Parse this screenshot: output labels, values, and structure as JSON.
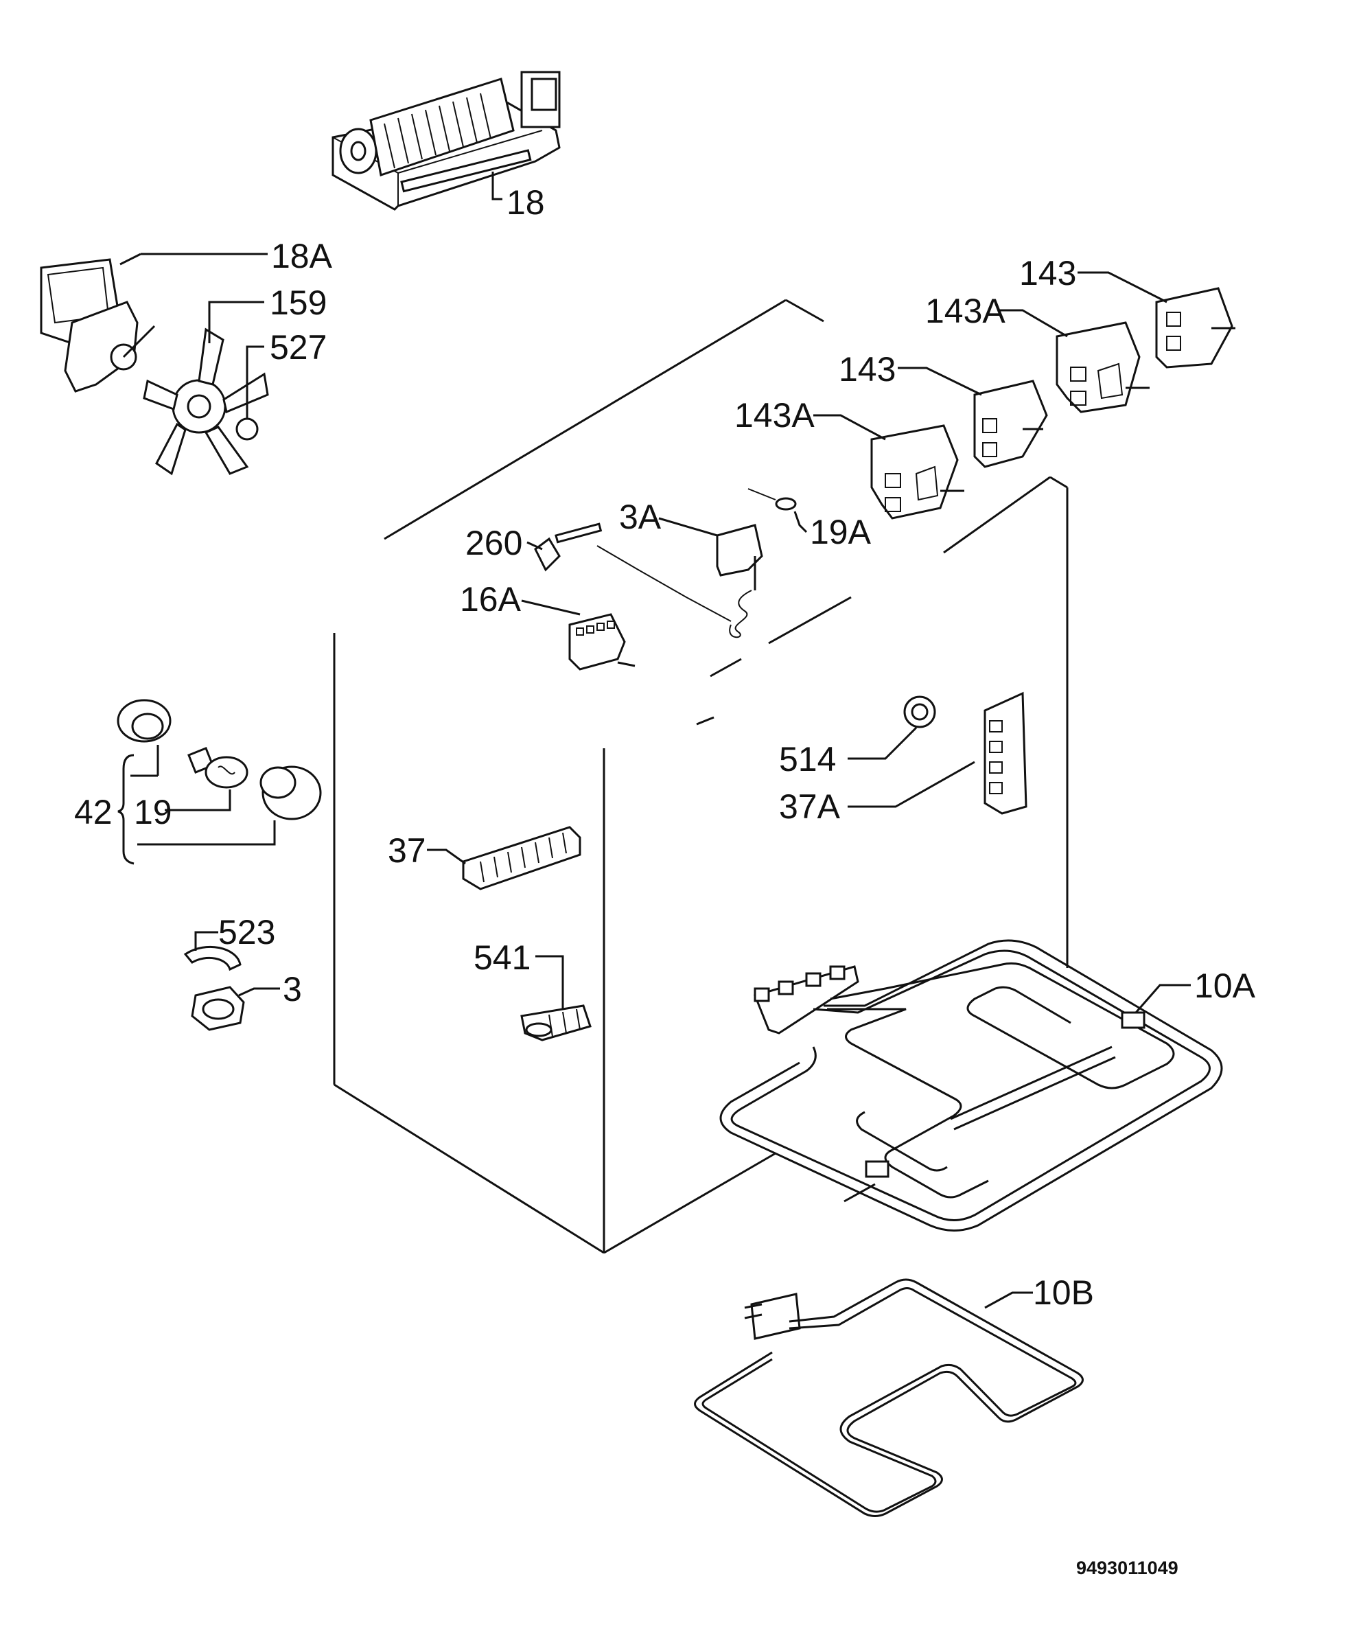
{
  "labels": {
    "l18": "18",
    "l18a": "18A",
    "l159": "159",
    "l527": "527",
    "l143_top": "143",
    "l143a_top": "143A",
    "l143_mid": "143",
    "l143a_mid": "143A",
    "l3a": "3A",
    "l260": "260",
    "l19a": "19A",
    "l16a": "16A",
    "l514": "514",
    "l37a": "37A",
    "l42": "42",
    "l19": "19",
    "l37": "37",
    "l523": "523",
    "l3": "3",
    "l541": "541",
    "l10a": "10A",
    "l10b": "10B"
  },
  "diagram_code": "9493011049"
}
